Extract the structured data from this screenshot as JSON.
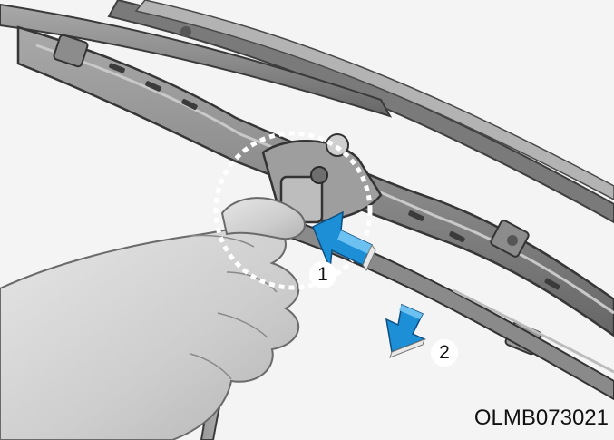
{
  "callouts": [
    {
      "label": "1",
      "meaning": "press"
    },
    {
      "label": "2",
      "meaning": "pull"
    }
  ],
  "figure_code": "OLMB073021",
  "colors": {
    "arrow_fill": "#1d8fd6",
    "arrow_highlight": "#6cc1f0",
    "blade_frame": "#8a8a8a",
    "blade_shadow": "#5d5d5d",
    "hand_skin": "#d3d3d3",
    "dotted_circle": "#ffffff"
  },
  "icons": [
    "press-arrow-icon",
    "pull-arrow-icon"
  ]
}
